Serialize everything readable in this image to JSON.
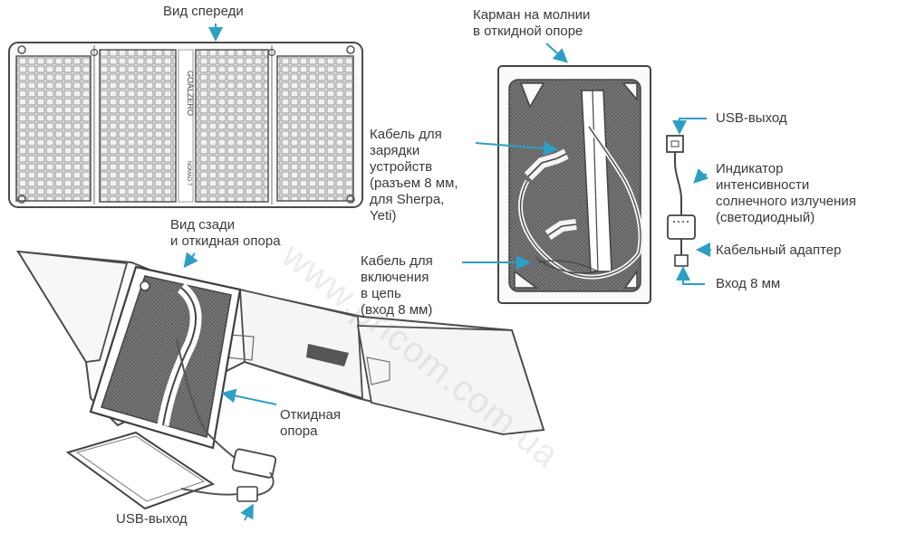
{
  "labels": {
    "front_view": "Вид спереди",
    "rear_view": "Вид сзади\nи откидная опора",
    "kickstand": "Откидная\nопора",
    "usb_out_bottom": "USB-выход",
    "zip_pocket": "Карман на молнии\nв откидной опоре",
    "charge_cable": "Кабель для\nзарядки\nустройств\n(разъем 8 мм,\nдля Sherpa,\nYeti)",
    "chain_cable": "Кабель для\nвключения\nв цепь\n(вход 8 мм)",
    "usb_out_right": "USB-выход",
    "indicator": "Индикатор\nинтенсивности\nсолнечного излучения\n(светодиодный)",
    "cable_adapter": "Кабельный адаптер",
    "input_8mm": "Вход 8 мм"
  },
  "panel_branding": {
    "brand": "GOALZERO",
    "model": "NOMAD 7"
  },
  "watermark": "www.pricom.com.ua",
  "colors": {
    "arrow": "#2e9fc4",
    "outline": "#4a4a4a",
    "grid": "#7a7a7a",
    "cell_fill": "#e8e8e8",
    "dark_fill": "#6b6b6b"
  }
}
